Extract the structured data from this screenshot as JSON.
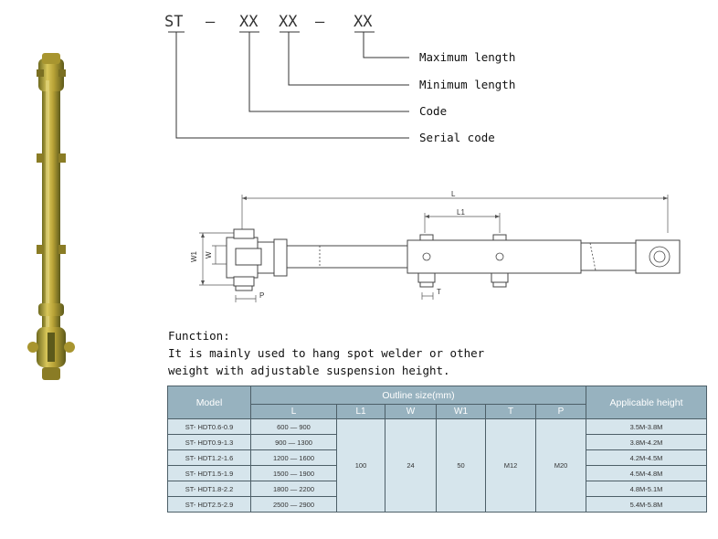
{
  "code_format": {
    "parts": [
      "ST",
      "XX",
      "XX",
      "XX"
    ],
    "dash": "—",
    "labels": {
      "maximum": "Maximum length",
      "minimum": "Minimum length",
      "code": "Code",
      "serial": "Serial code"
    }
  },
  "drawing": {
    "dims": {
      "L": "L",
      "L1": "L1",
      "W1": "W1",
      "W": "W",
      "P": "P",
      "T": "T"
    }
  },
  "function_text": {
    "heading": "Function:",
    "line1": "It is mainly used to hang spot welder or other",
    "line2": "weight with adjustable suspension height."
  },
  "table": {
    "headers": {
      "model": "Model",
      "outline": "Outline size(mm)",
      "height": "Applicable height",
      "L": "L",
      "L1": "L1",
      "W": "W",
      "W1": "W1",
      "T": "T",
      "P": "P"
    },
    "shared": {
      "L1": "100",
      "W": "24",
      "W1": "50",
      "T": "M12",
      "P": "M20"
    },
    "rows": [
      {
        "model": "ST- HDT0.6-0.9",
        "L": "600 — 900",
        "height": "3.5M-3.8M"
      },
      {
        "model": "ST- HDT0.9-1.3",
        "L": "900 — 1300",
        "height": "3.8M-4.2M"
      },
      {
        "model": "ST- HDT1.2-1.6",
        "L": "1200 — 1600",
        "height": "4.2M-4.5M"
      },
      {
        "model": "ST- HDT1.5-1.9",
        "L": "1500 — 1900",
        "height": "4.5M-4.8M"
      },
      {
        "model": "ST- HDT1.8-2.2",
        "L": "1800 — 2200",
        "height": "4.8M-5.1M"
      },
      {
        "model": "ST- HDT2.5-2.9",
        "L": "2500 — 2900",
        "height": "5.4M-5.8M"
      }
    ]
  },
  "colors": {
    "table_header": "#97b2bf",
    "table_cell": "#d6e5ec",
    "metal": "#b8a236"
  }
}
